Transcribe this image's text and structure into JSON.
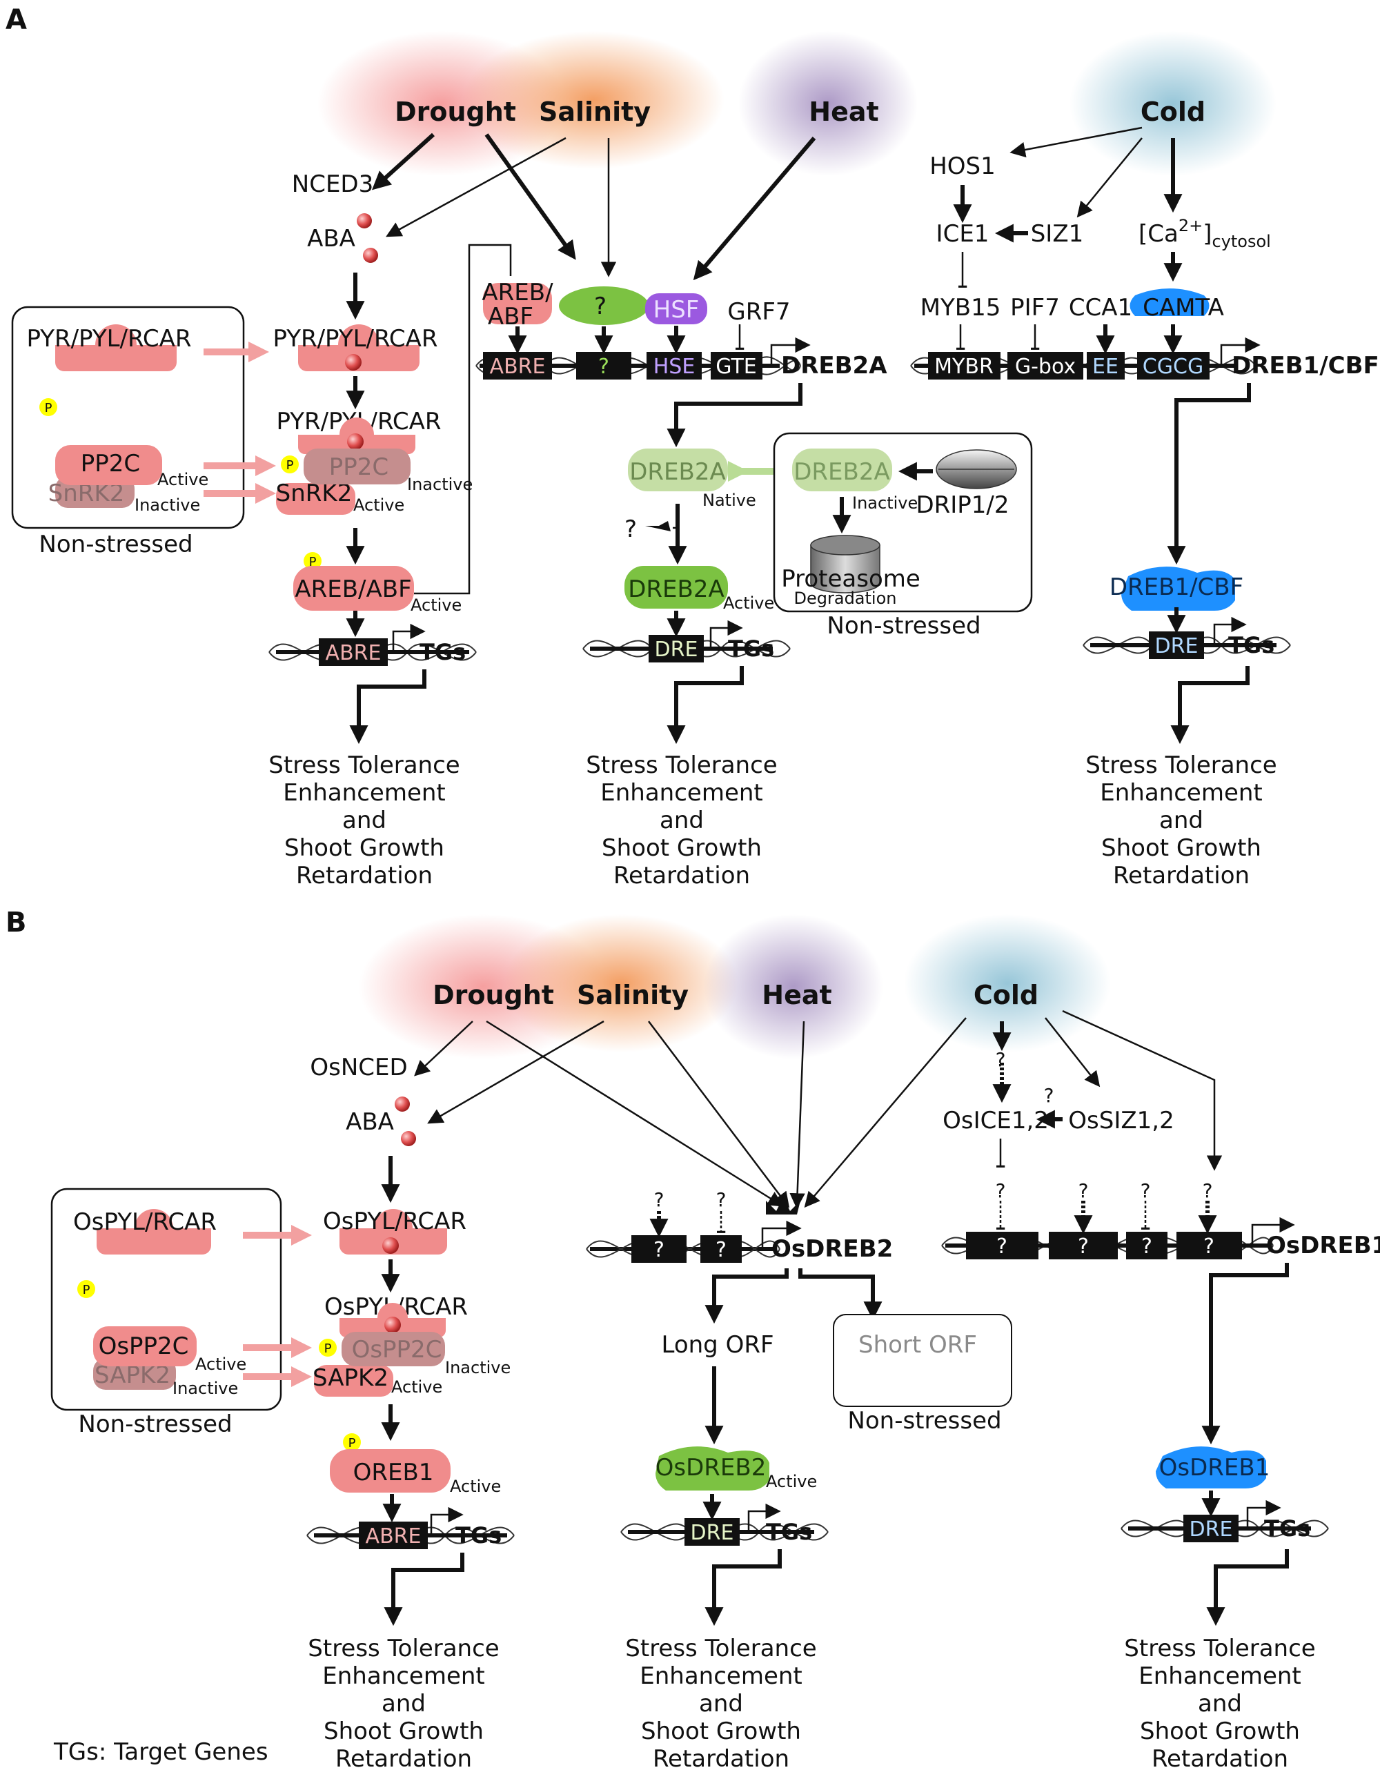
{
  "panels": {
    "a_label": "A",
    "b_label": "B"
  },
  "a": {
    "stimuli": {
      "drought": "Drought",
      "salinity": "Salinity",
      "heat": "Heat",
      "cold": "Cold"
    },
    "aba_path": {
      "nced": "NCED3",
      "aba": "ABA",
      "receptor1": "PYR/PYL/RCAR",
      "receptor2": "PYR/PYL/RCAR",
      "pp2c": "PP2C",
      "inactive": "Inactive",
      "snrk2": "SnRK2",
      "active": "Active",
      "areb": "AREB/ABF",
      "areb_active": "Active",
      "abre": "ABRE",
      "tgs": "TGs"
    },
    "nonstressed": {
      "receptor": "PYR/PYL/RCAR",
      "p": "P",
      "pp2c": "PP2C",
      "pp2c_state": "Active",
      "snrk2": "SnRK2",
      "snrk2_state": "Inactive",
      "caption": "Non-stressed"
    },
    "dreb2a": {
      "areb1": "AREB/",
      "areb2": "ABF",
      "unknown": "?",
      "hsf": "HSF",
      "grf7": "GRF7",
      "abre": "ABRE",
      "q_box": "?",
      "hse": "HSE",
      "gte": "GTE",
      "gene": "DREB2A",
      "native_label": "DREB2A",
      "native": "Native",
      "q_mod": "?",
      "active_label": "DREB2A",
      "active": "Active",
      "dre": "DRE",
      "tgs": "TGs"
    },
    "degradation": {
      "dreb2a": "DREB2A",
      "inactive": "Inactive",
      "drip": "DRIP1/2",
      "proteasome": "Proteasome",
      "degradation": "Degradation",
      "caption": "Non-stressed"
    },
    "cbf": {
      "hos1": "HOS1",
      "ice1": "ICE1",
      "siz1": "SIZ1",
      "ca_base": "[Ca",
      "ca_sup": "2+",
      "ca_end": "]",
      "ca_sub": "cytosol",
      "myb15": "MYB15",
      "pif7": "PIF7",
      "cca1": "CCA1",
      "camta": "CAMTA",
      "mybr": "MYBR",
      "gbox": "G-box",
      "ee": "EE",
      "cgcg": "CGCG",
      "gene": "DREB1/CBF",
      "protein": "DREB1/CBF",
      "dre": "DRE",
      "tgs": "TGs"
    },
    "outcomes": [
      [
        "Stress Tolerance",
        "Enhancement",
        "and",
        "Shoot Growth",
        "Retardation"
      ],
      [
        "Stress Tolerance",
        "Enhancement",
        "and",
        "Shoot Growth",
        "Retardation"
      ],
      [
        "Stress Tolerance",
        "Enhancement",
        "and",
        "Shoot Growth",
        "Retardation"
      ]
    ]
  },
  "b": {
    "stimuli": {
      "drought": "Drought",
      "salinity": "Salinity",
      "heat": "Heat",
      "cold": "Cold"
    },
    "aba_path": {
      "nced": "OsNCED",
      "aba": "ABA",
      "receptor1": "OsPYL/RCAR",
      "receptor2": "OsPYL/RCAR",
      "pp2c": "OsPP2C",
      "inactive": "Inactive",
      "sapk2": "SAPK2",
      "active": "Active",
      "oreb": "OREB1",
      "oreb_active": "Active",
      "abre": "ABRE",
      "tgs": "TGs"
    },
    "nonstressed": {
      "receptor": "OsPYL/RCAR",
      "p": "P",
      "pp2c": "OsPP2C",
      "pp2c_state": "Active",
      "sapk2": "SAPK2",
      "sapk2_state": "Inactive",
      "caption": "Non-stressed"
    },
    "osdreb2": {
      "q": "?",
      "gene": "OsDREB2",
      "long_orf": "Long ORF",
      "short_orf": "Short ORF",
      "caption": "Non-stressed",
      "protein": "OsDREB2",
      "active": "Active",
      "dre": "DRE",
      "tgs": "TGs"
    },
    "osdreb1": {
      "q": "?",
      "ice": "OsICE1,2",
      "siz": "OsSIZ1,2",
      "gene": "OsDREB1",
      "protein": "OsDREB1",
      "dre": "DRE",
      "tgs": "TGs"
    },
    "outcomes": [
      [
        "Stress Tolerance",
        "Enhancement",
        "and",
        "Shoot Growth",
        "Retardation"
      ],
      [
        "Stress Tolerance",
        "Enhancement",
        "and",
        "Shoot Growth",
        "Retardation"
      ],
      [
        "Stress Tolerance",
        "Enhancement",
        "and",
        "Shoot Growth",
        "Retardation"
      ]
    ],
    "footnote": "TGs: Target Genes"
  },
  "colors": {
    "aba_pink": "#f08c8c",
    "dreb2_green": "#7cc242",
    "dreb2_native": "#c5dea5",
    "hsf_purple": "#9b59e0",
    "cbf_blue": "#1e90ff",
    "drought_glow": "#f7a0a0",
    "salinity_glow": "#f3a269",
    "heat_glow": "#b9a5cc",
    "cold_glow": "#9cc8d6"
  }
}
